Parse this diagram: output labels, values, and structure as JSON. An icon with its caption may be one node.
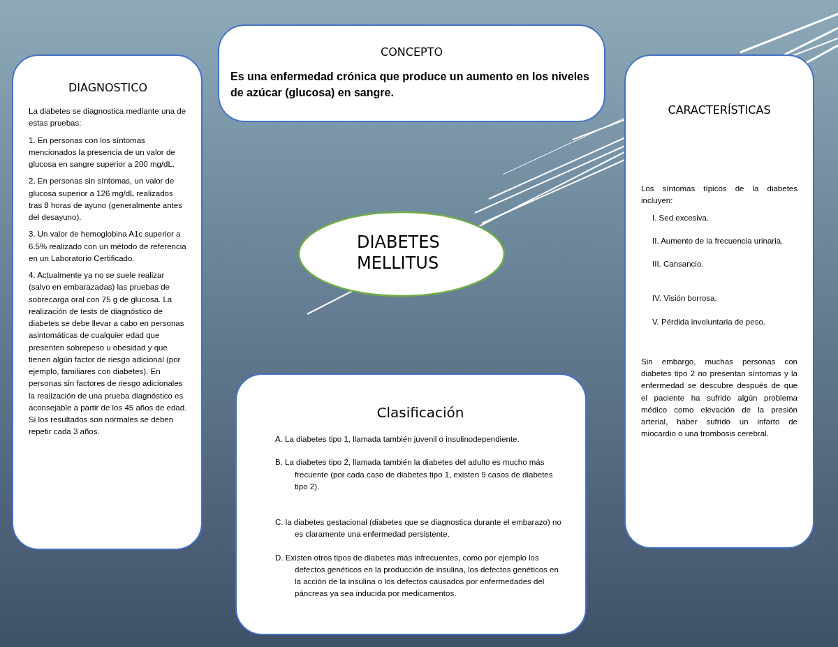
{
  "diagram": {
    "nodes": [
      {
        "text": [
          "CONCEPTO",
          "Es una enfermedad crónica que produce un aumento en los niveles de azúcar (glucosa) en sangre."
        ]
      },
      {
        "text": [
          "DIAGNOSTICO",
          "La diabetes se diagnostica mediante una de estas pruebas:",
          "1. En personas con los síntomas mencionados la presencia de un valor de glucosa en sangre superior a 200 mg/dL.",
          "2. En personas sin síntomas, un valor de glucosa superior a 126 mg/dL realizados tras 8 horas de ayuno (generalmente antes del desayuno).",
          "3. Un valor de hemoglobina A1c superior a 6.5% realizado con un método de referencia en un Laboratorio Certificado.",
          "4. Actualmente ya no se suele realizar (salvo en embarazadas) las pruebas de sobrecarga oral con 75 g de glucosa. La realización de tests de diagnóstico de diabetes se debe llevar a cabo en personas asintomáticas de cualquier edad que presenten sobrepeso u obesidad y que tienen algún factor de riesgo adicional (por ejemplo, familiares con diabetes). En personas sin factores de riesgo adicionales la realización de una prueba diagnóstico es aconsejable a partir de los 45 años de edad. Si los resultados son normales se deben repetir cada 3 años."
        ]
      },
      {
        "text": [
          "DIABETES MELLITUS"
        ]
      },
      {
        "text": [
          "CARACTERÍSTICAS",
          "Los síntomas típicos de la diabetes incluyen:",
          "I. Sed excesiva.",
          "II. Aumento de la frecuencia urinaria.",
          "III. Cansancio.",
          "IV. Visión borrosa.",
          "V. Pérdida involuntaria de peso.",
          "Sin embargo, muchas personas con diabetes tipo 2 no presentan síntomas y la enfermedad se descubre después de que el paciente ha sufrido algún problema médico como elevación de la presión arterial, haber sufrido un infarto de miocardio o una trombosis cerebral."
        ]
      },
      {
        "text": [
          "Clasificación",
          "A. La diabetes tipo 1, llamada también juvenil o insulinodependiente.",
          "B. La diabetes tipo 2, llamada también la diabetes del adulto es mucho más frecuente (por cada caso de diabetes tipo 1, existen 9 casos de diabetes tipo 2).",
          "C. la diabetes gestacional (diabetes que se diagnostica durante el embarazo) no es claramente una enfermedad persistente.",
          "D. Existen otros tipos de diabetes más infrecuentes, como por ejemplo los defectos genéticos en la producción de insulina, los defectos genéticos en la acción de la insulina o los defectos causados por enfermedades del páncreas ya sea inducida por medicamentos."
        ]
      }
    ]
  }
}
